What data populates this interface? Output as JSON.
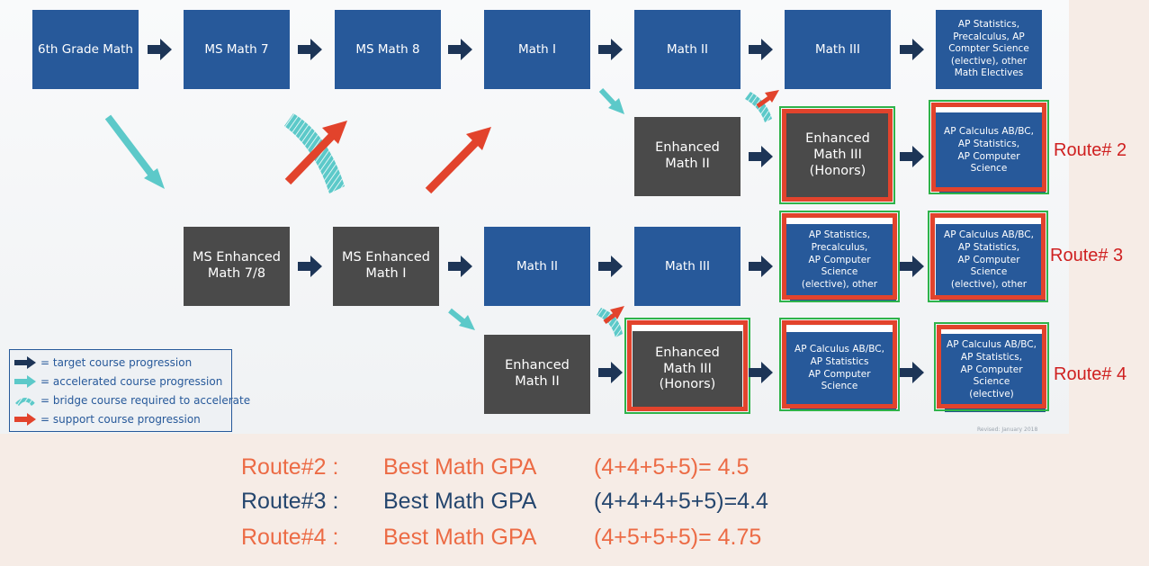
{
  "colors": {
    "target": "#1d3557",
    "accelerated": "#5cc9c9",
    "bridge": "#5cc9c9",
    "support": "#e2432c",
    "highlight_red": "#e2432c",
    "highlight_green": "#2fb34a",
    "blue_box": "#27599a",
    "gray_box": "#4a4a4a",
    "summary_orange": "#ec6b45",
    "summary_navy": "#25466e"
  },
  "nodes": {
    "grade6": "6th Grade Math",
    "ms_math7": "MS Math 7",
    "ms_math8": "MS Math 8",
    "math1": "Math I",
    "math2_top": "Math II",
    "math3_top": "Math III",
    "electives_top": "AP Statistics,\nPrecalculus, AP\nCompter Science\n(elective), other\nMath Electives",
    "enh_math2_mid": "Enhanced\nMath II",
    "enh_math3_honors_mid": "Enhanced\nMath III\n(Honors)",
    "ap_calc_mid": "AP Calculus AB/BC,\nAP Statistics,\nAP Computer Science",
    "ms_enh_78": "MS Enhanced\nMath 7/8",
    "ms_enh_1": "MS Enhanced\nMath I",
    "math2_low": "Math II",
    "math3_low": "Math III",
    "electives_low": "AP Statistics,\nPrecalculus,\nAP Computer Science\n(elective), other",
    "ap_calc_low": "AP Calculus AB/BC,\nAP Statistics,\nAP Computer Science\n(elective), other",
    "enh_math2_bot": "Enhanced\nMath II",
    "enh_math3_honors_bot": "Enhanced\nMath III\n(Honors)",
    "ap_calc_bot": "AP Calculus AB/BC,\nAP Statistics\nAP Computer Science",
    "ap_calc_last": "AP Calculus AB/BC,\nAP Statistics,\nAP Computer Science\n(elective)"
  },
  "routes": {
    "route2": "Route# 2",
    "route3": "Route# 3",
    "route4": "Route# 4"
  },
  "legend": {
    "target": "= target course progression",
    "accelerated": "= accelerated course progression",
    "bridge": "= bridge course required to accelerate",
    "support": "= support course progression"
  },
  "footnote": "Revised: January 2018",
  "summary": [
    {
      "route": "Route#2 :",
      "label": "Best Math GPA",
      "formula": "(4+4+5+5)= 4.5"
    },
    {
      "route": "Route#3 :",
      "label": "Best Math GPA",
      "formula": "(4+4+4+5+5)=4.4"
    },
    {
      "route": "Route#4 :",
      "label": "Best Math GPA",
      "formula": "(4+5+5+5)= 4.75"
    }
  ]
}
